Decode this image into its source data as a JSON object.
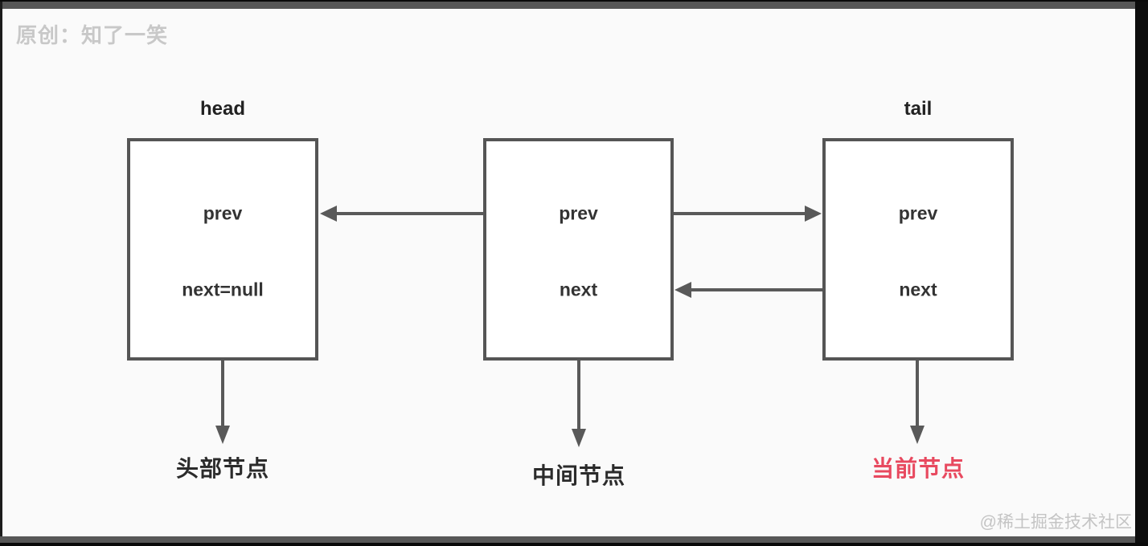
{
  "page": {
    "watermark_top": "原创：知了一笑",
    "watermark_bottom": "@稀土掘金技术社区"
  },
  "diagram": {
    "type": "doubly-linked-list",
    "nodes": [
      {
        "id": "head",
        "title": "head",
        "fields": [
          "prev",
          "next=null"
        ],
        "caption": "头部节点"
      },
      {
        "id": "middle",
        "title": "",
        "fields": [
          "prev",
          "next"
        ],
        "caption": "中间节点"
      },
      {
        "id": "tail",
        "title": "tail",
        "fields": [
          "prev",
          "next"
        ],
        "caption": "当前节点"
      }
    ],
    "edges": [
      {
        "from": "middle",
        "to": "head",
        "row": "prev",
        "arrowhead_at": "head"
      },
      {
        "from": "middle",
        "to": "tail",
        "row": "prev",
        "arrowhead_at": "tail"
      },
      {
        "from": "tail",
        "to": "middle",
        "row": "next",
        "arrowhead_at": "middle"
      },
      {
        "from": "head",
        "to": "head-caption",
        "direction": "down"
      },
      {
        "from": "middle",
        "to": "middle-caption",
        "direction": "down"
      },
      {
        "from": "tail",
        "to": "tail-caption",
        "direction": "down"
      }
    ]
  },
  "colors": {
    "background": "#fafafa",
    "box_border": "#555555",
    "arrow_line": "#595959",
    "box_text": "#333333",
    "caption_text": "#2b2b2b",
    "caption_highlight": "#e8495f",
    "watermark": "#c8c8c8"
  }
}
